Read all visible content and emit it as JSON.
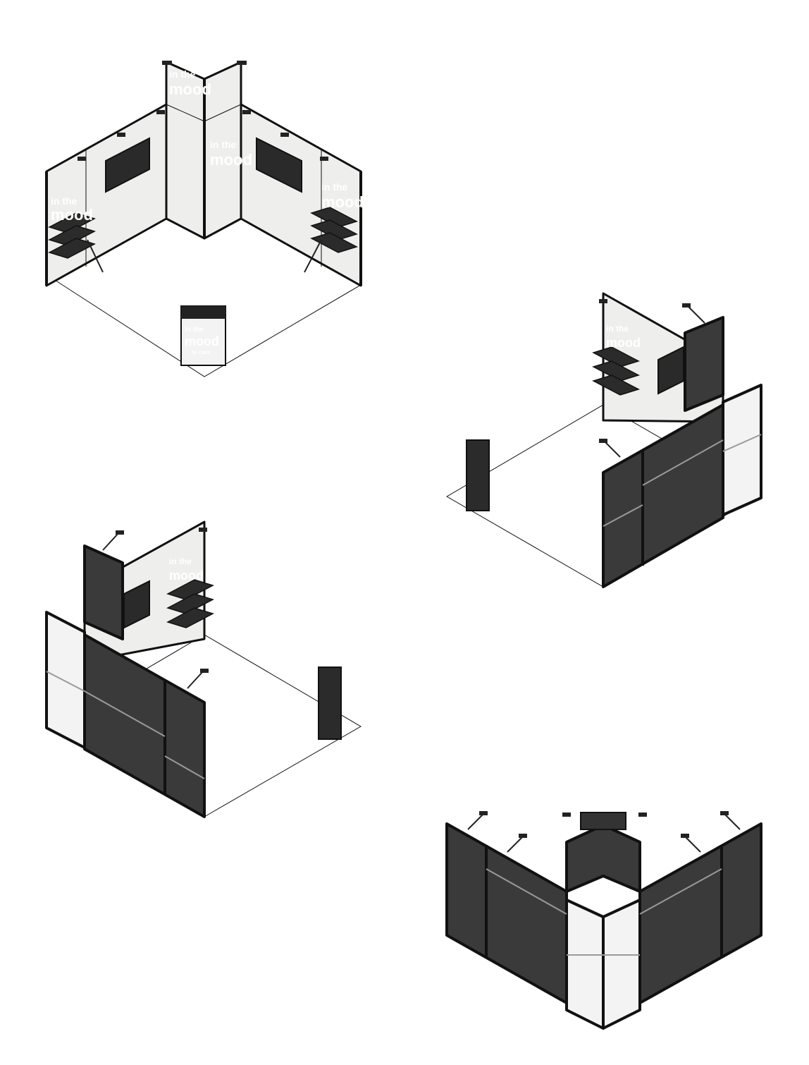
{
  "brand": {
    "line1": "in the",
    "line2": "mood",
    "line3": "to care"
  },
  "colors": {
    "frame": "#111111",
    "panel_light": "#eeeeec",
    "panel_dark": "#3a3a3a",
    "panel_white": "#f3f3f3",
    "screen": "#2a2a2a",
    "background": "#ffffff"
  },
  "views": [
    {
      "id": "view-front-interior"
    },
    {
      "id": "view-right-exterior"
    },
    {
      "id": "view-left-exterior"
    },
    {
      "id": "view-rear-exterior"
    }
  ]
}
